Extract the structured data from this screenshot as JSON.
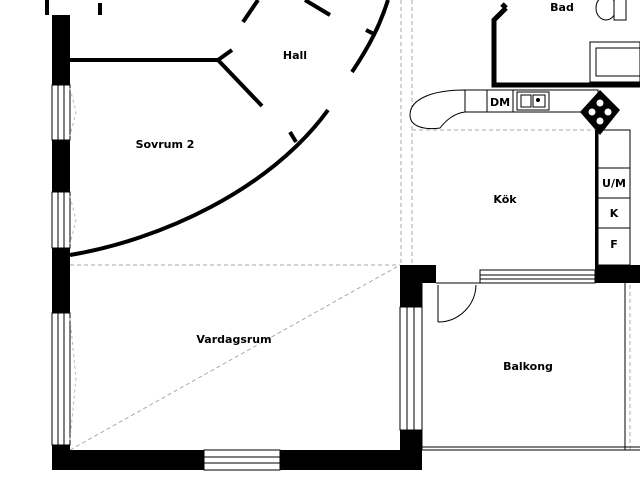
{
  "floorplan": {
    "rooms": {
      "hall": "Hall",
      "bedroom2": "Sovrum 2",
      "bathroom": "Bad",
      "kitchen": "Kök",
      "living": "Vardagsrum",
      "balcony": "Balkong"
    },
    "fixtures": {
      "dishwasher": "DM",
      "fridge_freezer": "U/M",
      "fridge": "K",
      "freezer": "F"
    }
  }
}
